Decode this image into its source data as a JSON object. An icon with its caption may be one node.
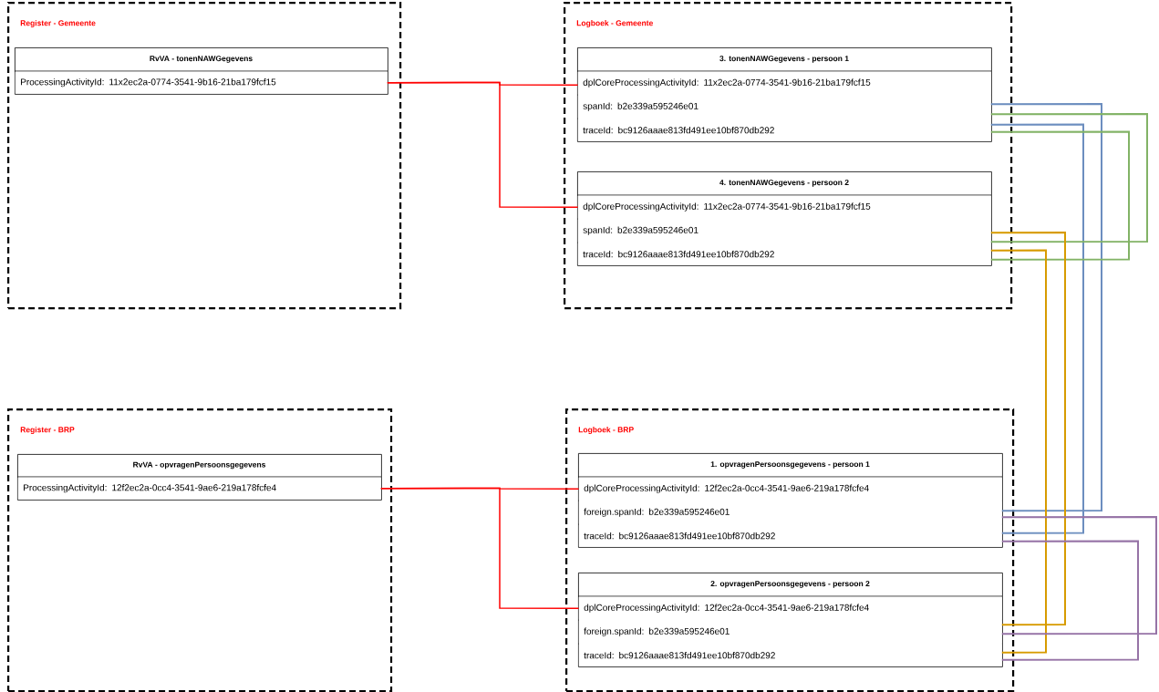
{
  "diagram": {
    "nodes": [
      {
        "text": [
          "Register - Gemeente"
        ]
      },
      {
        "text": [
          "RvVA - tonenNAWGegevens"
        ],
        "in": 0
      },
      {
        "text": [
          "ProcessingActivityId: 11x2ec2a-0774-3541-9b16-21ba179fcf15"
        ],
        "in": 1
      },
      {
        "text": [
          "Logboek - Gemeente"
        ]
      },
      {
        "text": [
          "3. tonenNAWGegevens - persoon 1"
        ],
        "in": 3
      },
      {
        "text": [
          "dplCoreProcessingActivityId: 11x2ec2a-0774-3541-9b16-21ba179fcf15"
        ],
        "in": 4
      },
      {
        "text": [
          "spanId: b2e339a595246e01"
        ],
        "in": 4
      },
      {
        "text": [
          "traceId: bc9126aaae813fd491ee10bf870db292"
        ],
        "in": 4
      },
      {
        "text": [
          "4. tonenNAWGegevens - persoon 2"
        ],
        "in": 3
      },
      {
        "text": [
          "dplCoreProcessingActivityId: 11x2ec2a-0774-3541-9b16-21ba179fcf15"
        ],
        "in": 8
      },
      {
        "text": [
          "spanId: b2e339a595246e01"
        ],
        "in": 8
      },
      {
        "text": [
          "traceId: bc9126aaae813fd491ee10bf870db292"
        ],
        "in": 8
      },
      {
        "text": [
          "Register - BRP"
        ]
      },
      {
        "text": [
          "RvVA - opvragenPersoonsgegevens"
        ],
        "in": 12
      },
      {
        "text": [
          "ProcessingActivityId: 12f2ec2a-0cc4-3541-9ae6-219a178fcfe4"
        ],
        "in": 13
      },
      {
        "text": [
          "Logboek - BRP"
        ]
      },
      {
        "text": [
          "1. opvragenPersoonsgegevens - persoon 1"
        ],
        "in": 15
      },
      {
        "text": [
          "dplCoreProcessingActivityId: 12f2ec2a-0cc4-3541-9ae6-219a178fcfe4"
        ],
        "in": 16
      },
      {
        "text": [
          "foreign.spanId: b2e339a595246e01"
        ],
        "in": 16
      },
      {
        "text": [
          "traceId: bc9126aaae813fd491ee10bf870db292"
        ],
        "in": 16
      },
      {
        "text": [
          "2. opvragenPersoonsgegevens - persoon 2"
        ],
        "in": 15
      },
      {
        "text": [
          "dplCoreProcessingActivityId: 12f2ec2a-0cc4-3541-9ae6-219a178fcfe4"
        ],
        "in": 20
      },
      {
        "text": [
          "foreign.spanId: b2e339a595246e01"
        ],
        "in": 20
      },
      {
        "text": [
          "traceId: bc9126aaae813fd491ee10bf870db292"
        ],
        "in": 20
      }
    ],
    "edges": [
      {
        "from": 2,
        "to": 5,
        "arrow": "none",
        "color": "#ff0000"
      },
      {
        "from": 2,
        "to": 9,
        "arrow": "none",
        "color": "#ff0000"
      },
      {
        "from": 14,
        "to": 17,
        "arrow": "none",
        "color": "#ff0000"
      },
      {
        "from": 14,
        "to": 21,
        "arrow": "none",
        "color": "#ff0000"
      },
      {
        "from": 6,
        "to": 18,
        "arrow": "none",
        "color": "#6c8ebf"
      },
      {
        "from": 7,
        "to": 19,
        "arrow": "none",
        "color": "#6c8ebf"
      },
      {
        "from": 6,
        "to": 10,
        "arrow": "none",
        "color": "#82b366"
      },
      {
        "from": 7,
        "to": 11,
        "arrow": "none",
        "color": "#82b366"
      },
      {
        "from": 10,
        "to": 22,
        "arrow": "none",
        "color": "#d79b00"
      },
      {
        "from": 11,
        "to": 23,
        "arrow": "none",
        "color": "#d79b00"
      },
      {
        "from": 18,
        "to": 22,
        "arrow": "none",
        "color": "#9673a6"
      },
      {
        "from": 19,
        "to": 23,
        "arrow": "none",
        "color": "#9673a6"
      }
    ]
  }
}
